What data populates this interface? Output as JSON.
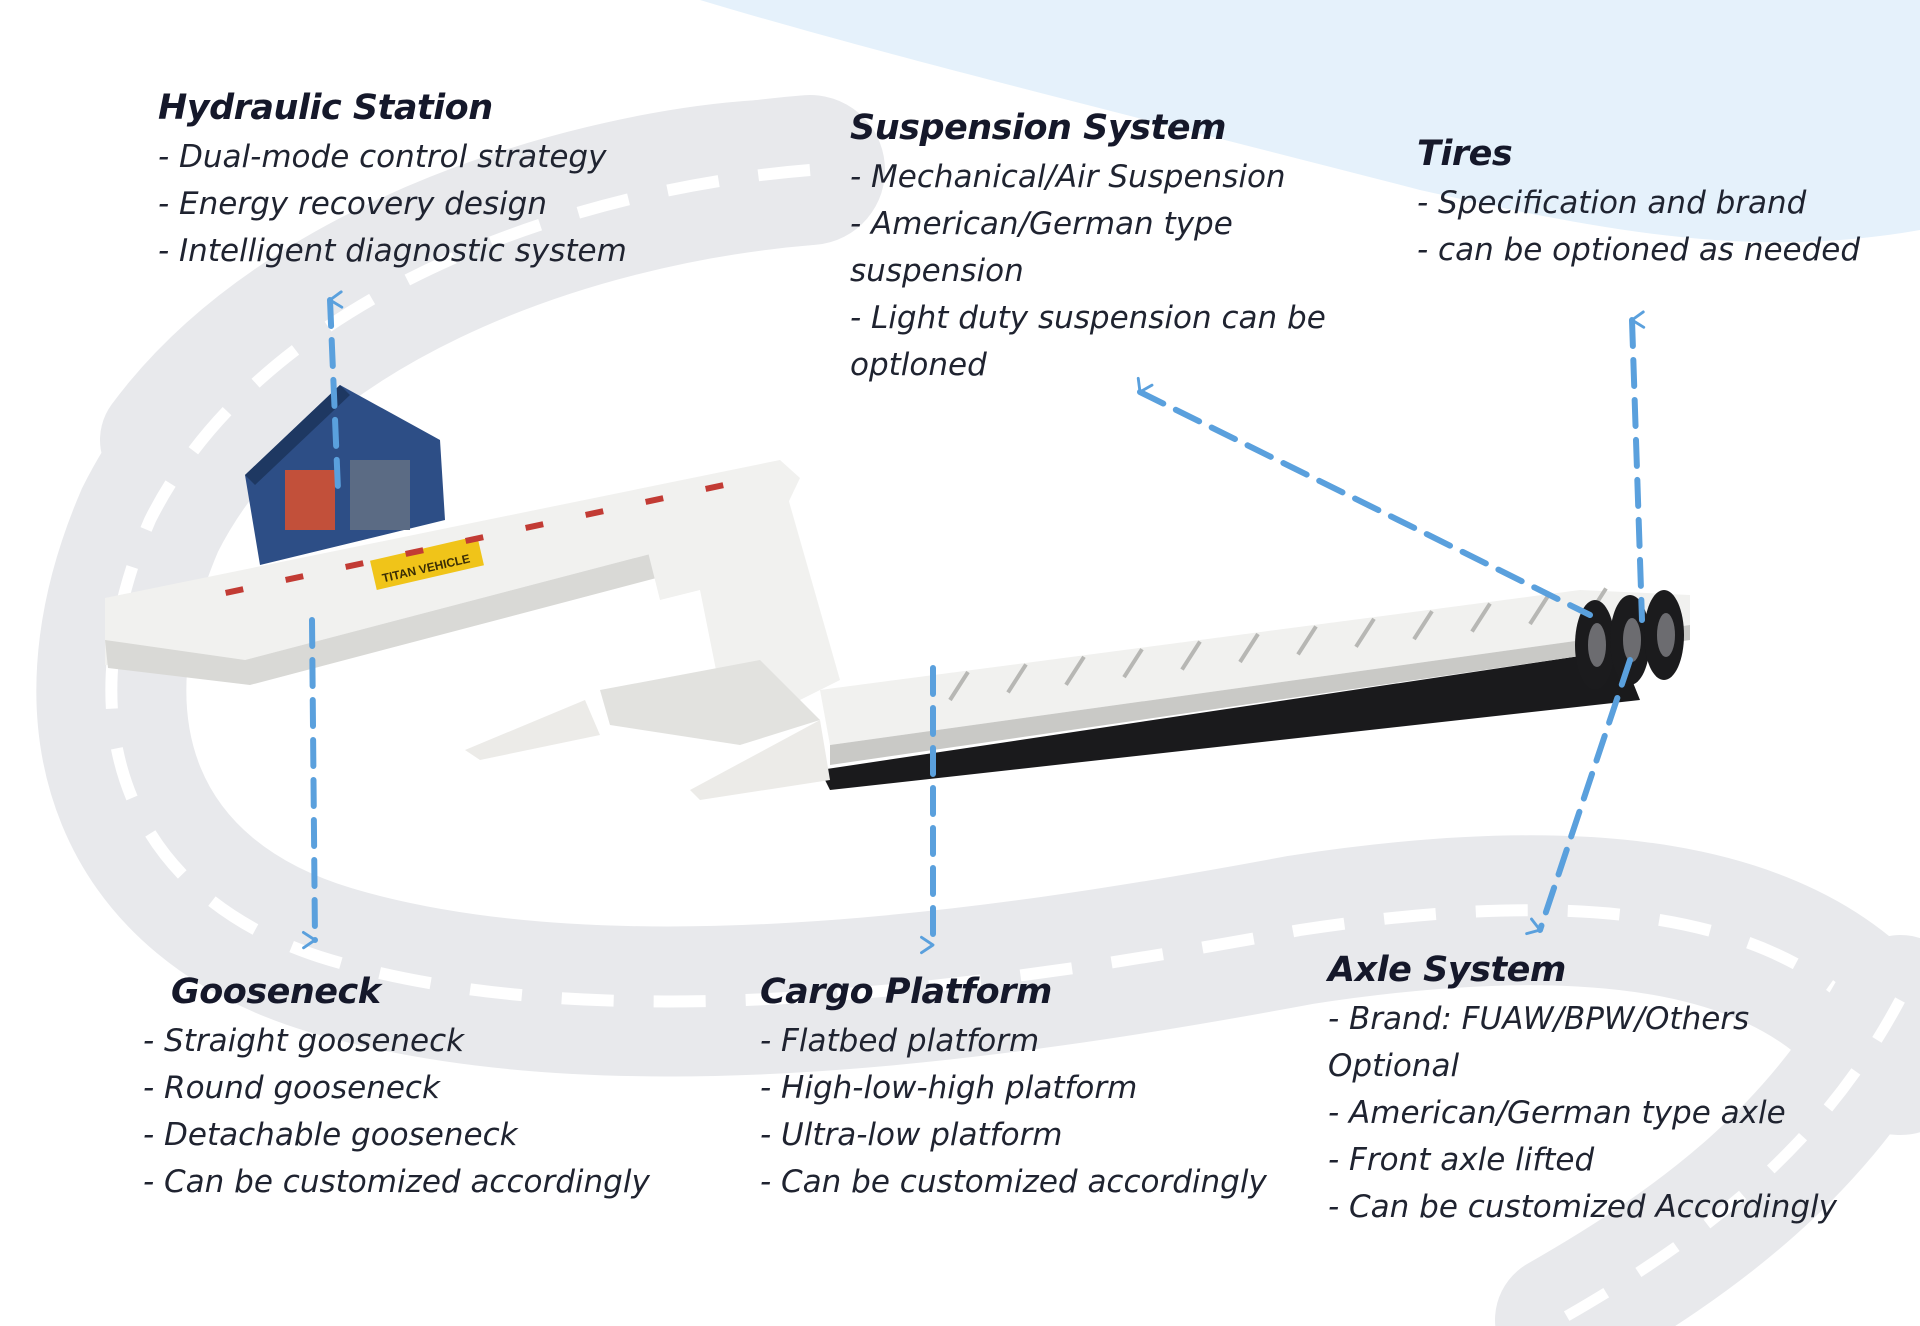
{
  "background": {
    "sky_color": "#e5f1fb",
    "road_color": "#e8e9ec",
    "lane_mark_color": "#ffffff"
  },
  "accent_color": "#5aa0dd",
  "product": {
    "name": "lowboy-trailer-with-hydraulic-detachable-gooseneck",
    "body_color": "#f1f1ef",
    "cab_color": "#2d4e86",
    "plate_text": "TITAN VEHICLE"
  },
  "callouts": {
    "hydraulic": {
      "title": "Hydraulic Station",
      "items": [
        "- Dual-mode control strategy",
        "- Energy recovery design",
        "- Intelligent diagnostic system"
      ]
    },
    "suspension": {
      "title": "Suspension System",
      "items": [
        "- Mechanical/Air Suspension",
        "- American/German type",
        "suspension",
        "- Light duty suspension can be",
        "optloned"
      ]
    },
    "tires": {
      "title": "Tires",
      "items": [
        "- Specification and brand",
        "- can be optioned as needed"
      ]
    },
    "gooseneck": {
      "title": "Gooseneck",
      "items": [
        "- Straight gooseneck",
        "- Round gooseneck",
        "- Detachable gooseneck",
        "- Can be customized accordingly"
      ]
    },
    "cargo": {
      "title": "Cargo Platform",
      "items": [
        "- Flatbed platform",
        "- High-low-high platform",
        "- Ultra-low platform",
        "- Can be customized accordingly"
      ]
    },
    "axle": {
      "title": "Axle System",
      "items": [
        "- Brand: FUAW/BPW/Others",
        "Optional",
        "- American/German type axle",
        "- Front axle lifted",
        "- Can be customized Accordingly"
      ]
    }
  }
}
